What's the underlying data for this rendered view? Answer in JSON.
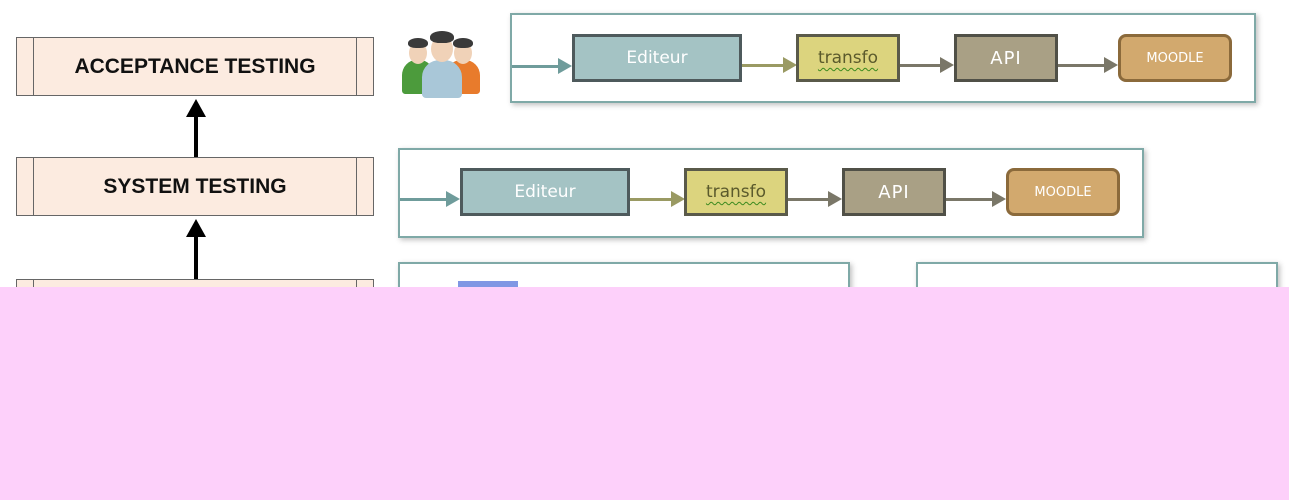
{
  "levels": {
    "acceptance": "ACCEPTANCE TESTING",
    "system": "SYSTEM TESTING"
  },
  "flow": {
    "editeur": "Editeur",
    "transfo": "transfo",
    "api": "API",
    "moodle": "MOODLE"
  },
  "icons": {
    "users": "users-group-icon"
  },
  "colors": {
    "level_fill": "#fcebe0",
    "frame_border": "#7fa9a7",
    "editeur": "#a4c3c4",
    "transfo": "#dcd47e",
    "api": "#a9a085",
    "moodle": "#d2a96e",
    "redaction_overlay": "#fdd0fa"
  }
}
